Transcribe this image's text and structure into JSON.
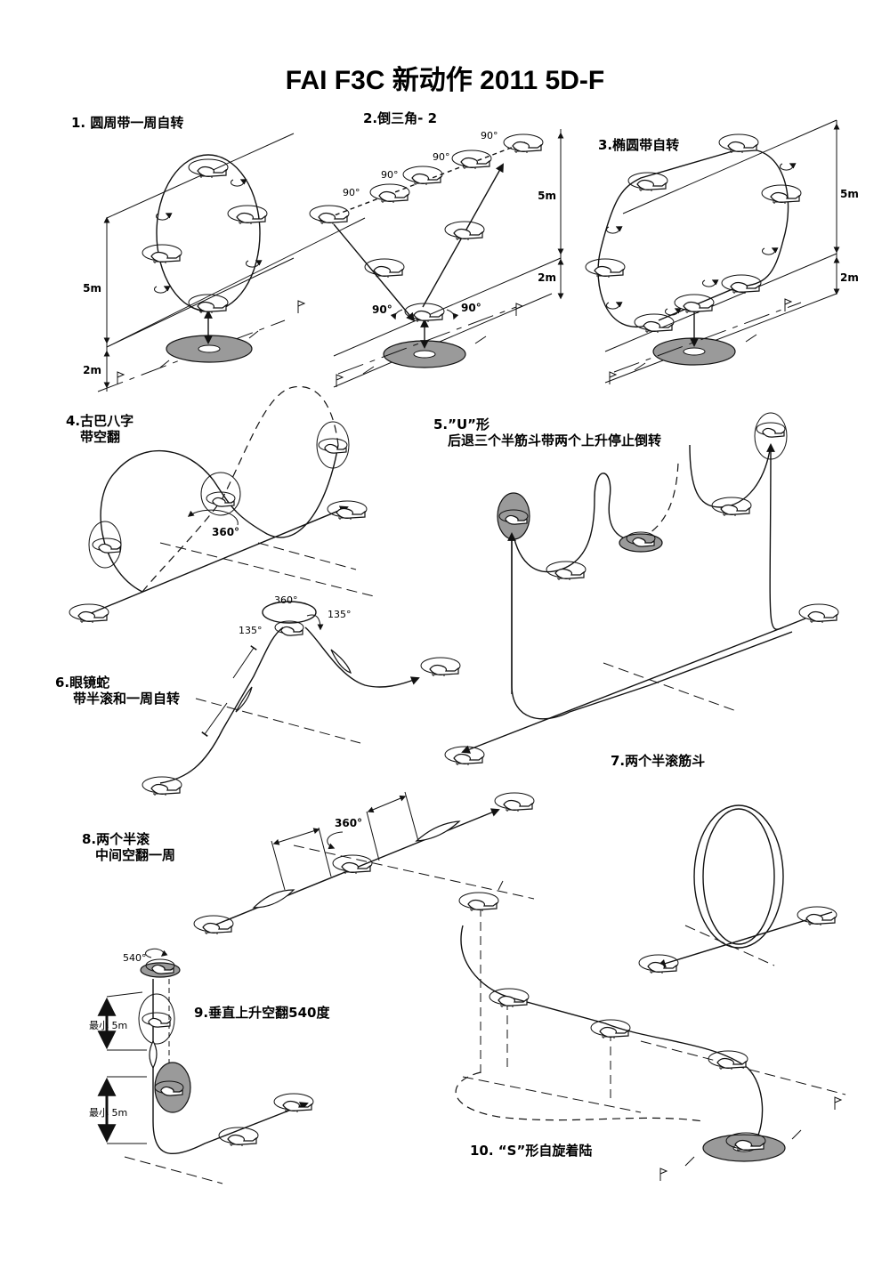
{
  "page_title": "FAI F3C 新动作    2011 5D-F",
  "maneuvers": [
    {
      "id": 1,
      "label": "1.  圆周带一周自转"
    },
    {
      "id": 2,
      "label": "2.倒三角- 2"
    },
    {
      "id": 3,
      "label": "3.椭圆带自转"
    },
    {
      "id": 4,
      "label": "4.古巴八字",
      "sub": "带空翻"
    },
    {
      "id": 5,
      "label": "5.”U”形",
      "sub": "后退三个半筋斗带两个上升停止倒转"
    },
    {
      "id": 6,
      "label": "6.眼镜蛇",
      "sub": "带半滚和一周自转"
    },
    {
      "id": 7,
      "label": "7.两个半滚筋斗"
    },
    {
      "id": 8,
      "label": "8.两个半滚",
      "sub": "中间空翻一周"
    },
    {
      "id": 9,
      "label": "9.垂直上升空翻540度"
    },
    {
      "id": 10,
      "label": "10. “S”形自旋着陆"
    }
  ],
  "annotations": {
    "m1_5m": "5m",
    "m1_2m": "2m",
    "m2_90_a": "90°",
    "m2_90_b": "90°",
    "m2_90_c": "90°",
    "m2_90_d": "90°",
    "m2_90_left": "90°",
    "m2_90_right": "90°",
    "m2_5m": "5m",
    "m2_2m": "2m",
    "m3_5m": "5m",
    "m3_2m": "2m",
    "m4_360": "360°",
    "m6_360": "360°",
    "m6_135a": "135°",
    "m6_135b": "135°",
    "m8_360": "360°",
    "m9_540": "540°",
    "m9_min1": "最小  5m",
    "m9_min2": "最小  5m"
  }
}
